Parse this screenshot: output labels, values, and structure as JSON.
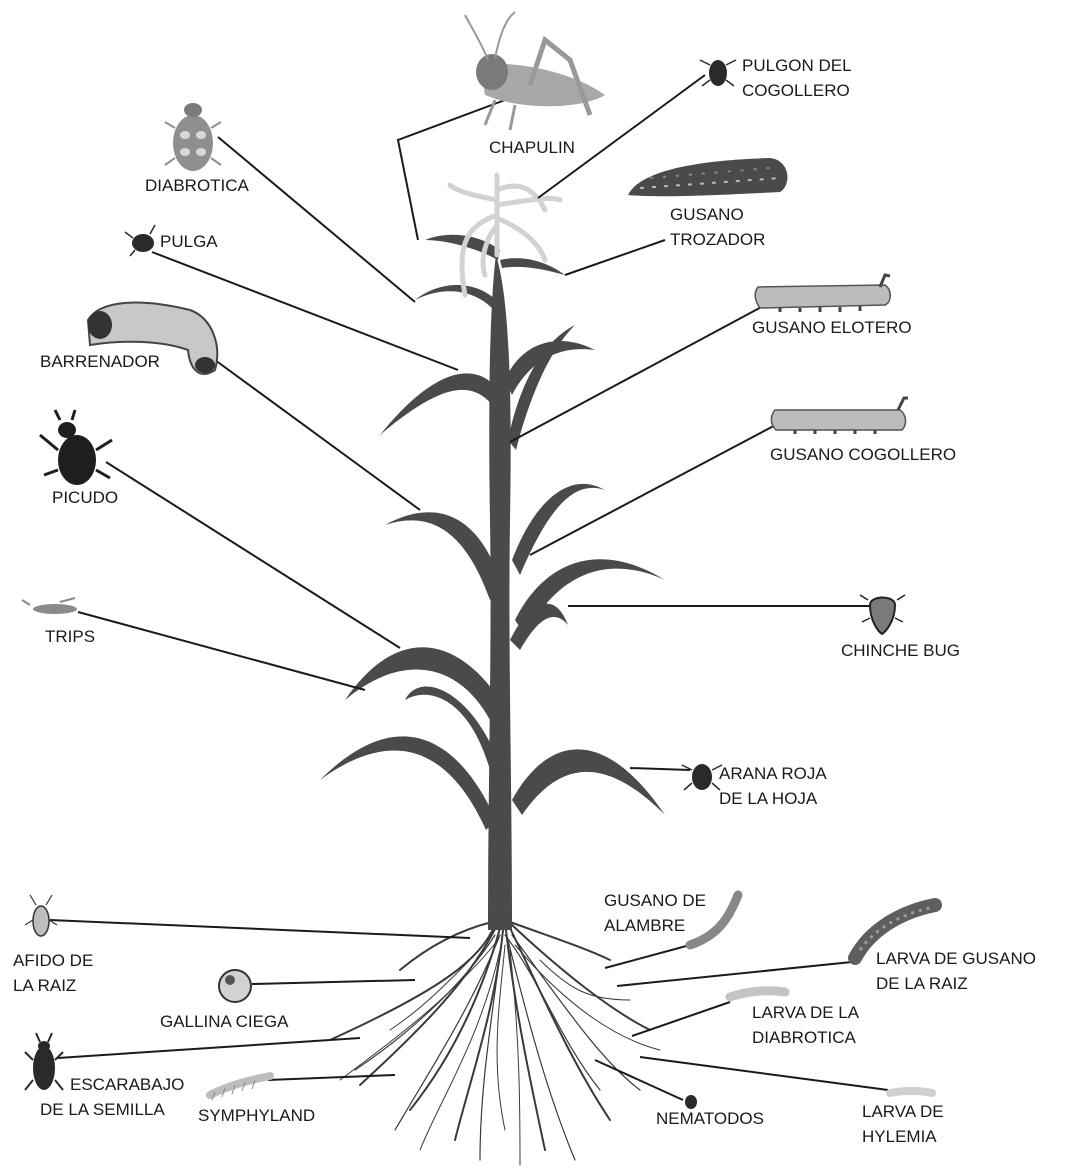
{
  "pests": {
    "chapulin": [
      "CHAPULIN"
    ],
    "pulgon_del_cogollero": [
      "PULGON DEL",
      "COGOLLERO"
    ],
    "diabrotica": [
      "DIABROTICA"
    ],
    "gusano_trozador": [
      "GUSANO",
      "TROZADOR"
    ],
    "pulga": [
      "PULGA"
    ],
    "gusano_elotero": [
      "GUSANO ELOTERO"
    ],
    "barrenador": [
      "BARRENADOR"
    ],
    "gusano_cogollero": [
      "GUSANO COGOLLERO"
    ],
    "picudo": [
      "PICUDO"
    ],
    "trips": [
      "TRIPS"
    ],
    "chinche_bug": [
      "CHINCHE BUG"
    ],
    "arana_roja": [
      "ARANA ROJA",
      "DE LA HOJA"
    ],
    "gusano_de_alambre": [
      "GUSANO DE",
      "ALAMBRE"
    ],
    "afido_de_la_raiz": [
      "AFIDO DE",
      "LA RAIZ"
    ],
    "larva_gusano_raiz": [
      "LARVA DE GUSANO",
      "DE LA RAIZ"
    ],
    "gallina_ciega": [
      "GALLINA CIEGA"
    ],
    "larva_diabrotica": [
      "LARVA DE LA",
      "DIABROTICA"
    ],
    "escarabajo_semilla": [
      "ESCARABAJO",
      "DE LA SEMILLA"
    ],
    "symphyland": [
      "SYMPHYLAND"
    ],
    "nematodos": [
      "NEMATODOS"
    ],
    "larva_hylemia": [
      "LARVA DE",
      "HYLEMIA"
    ]
  },
  "colors": {
    "plant": "#4a4a4a",
    "tassel": "#d2d2d2",
    "leader": "#1a1a1a"
  }
}
